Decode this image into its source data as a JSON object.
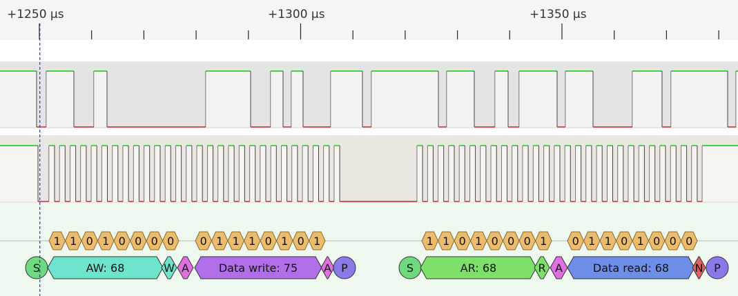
{
  "ruler": {
    "labels": [
      "+1250 µs",
      "+1300 µs",
      "+1350 µs"
    ],
    "label_times_us": [
      1250,
      1300,
      1350
    ],
    "minor_tick_step_us": 10
  },
  "cursor": {
    "time_us": 1253
  },
  "colors": {
    "ruler_bg": "#f5f5f5",
    "sda_bg": "#e4e4e4",
    "scl_bg": "#eae6e0",
    "decode_bg": "#eff8ef",
    "signal_high": "#18c018",
    "signal_low": "#c02828",
    "signal_edge": "#444444",
    "bit_fill": "#ebbb6e",
    "start_stop_fill": "#6fd97f",
    "address_write_fill": "#6ee4cc",
    "ack_fill": "#e070e0",
    "data_write_fill": "#b06ee8",
    "stop_fill": "#8a7ae8",
    "address_read_fill": "#7ee06a",
    "read_bit_fill": "#7ee06a",
    "data_read_fill": "#6e8ee8",
    "nack_fill": "#e06060",
    "cursor": "#3030c0"
  },
  "decode": {
    "bits": [
      {
        "label": "1"
      },
      {
        "label": "1"
      },
      {
        "label": "0"
      },
      {
        "label": "1"
      },
      {
        "label": "0"
      },
      {
        "label": "0"
      },
      {
        "label": "0"
      },
      {
        "label": "0"
      },
      {
        "label": "0"
      },
      {
        "label": "1"
      },
      {
        "label": "1"
      },
      {
        "label": "1"
      },
      {
        "label": "0"
      },
      {
        "label": "1"
      },
      {
        "label": "0"
      },
      {
        "label": "1"
      },
      {
        "label": "1"
      },
      {
        "label": "1"
      },
      {
        "label": "0"
      },
      {
        "label": "1"
      },
      {
        "label": "0"
      },
      {
        "label": "0"
      },
      {
        "label": "0"
      },
      {
        "label": "1"
      },
      {
        "label": "0"
      },
      {
        "label": "1"
      },
      {
        "label": "1"
      },
      {
        "label": "0"
      },
      {
        "label": "1"
      },
      {
        "label": "0"
      },
      {
        "label": "0"
      },
      {
        "label": "0"
      }
    ],
    "annotations": [
      {
        "kind": "start",
        "label": "S",
        "color": "#6fd97f"
      },
      {
        "kind": "address-write",
        "label": "AW: 68",
        "color": "#6ee4cc"
      },
      {
        "kind": "rw-bit",
        "label": "W",
        "color": "#6ee4cc"
      },
      {
        "kind": "ack",
        "label": "A",
        "color": "#e070e0"
      },
      {
        "kind": "data-write",
        "label": "Data write: 75",
        "color": "#b06ee8"
      },
      {
        "kind": "ack",
        "label": "A",
        "color": "#e070e0"
      },
      {
        "kind": "stop",
        "label": "P",
        "color": "#8a7ae8"
      },
      {
        "kind": "start",
        "label": "S",
        "color": "#6fd97f"
      },
      {
        "kind": "address-read",
        "label": "AR: 68",
        "color": "#7ee06a"
      },
      {
        "kind": "rw-bit",
        "label": "R",
        "color": "#7ee06a"
      },
      {
        "kind": "ack",
        "label": "A",
        "color": "#e070e0"
      },
      {
        "kind": "data-read",
        "label": "Data read: 68",
        "color": "#6e8ee8"
      },
      {
        "kind": "nack",
        "label": "N",
        "color": "#e06060"
      },
      {
        "kind": "stop",
        "label": "P",
        "color": "#8a7ae8"
      }
    ]
  }
}
